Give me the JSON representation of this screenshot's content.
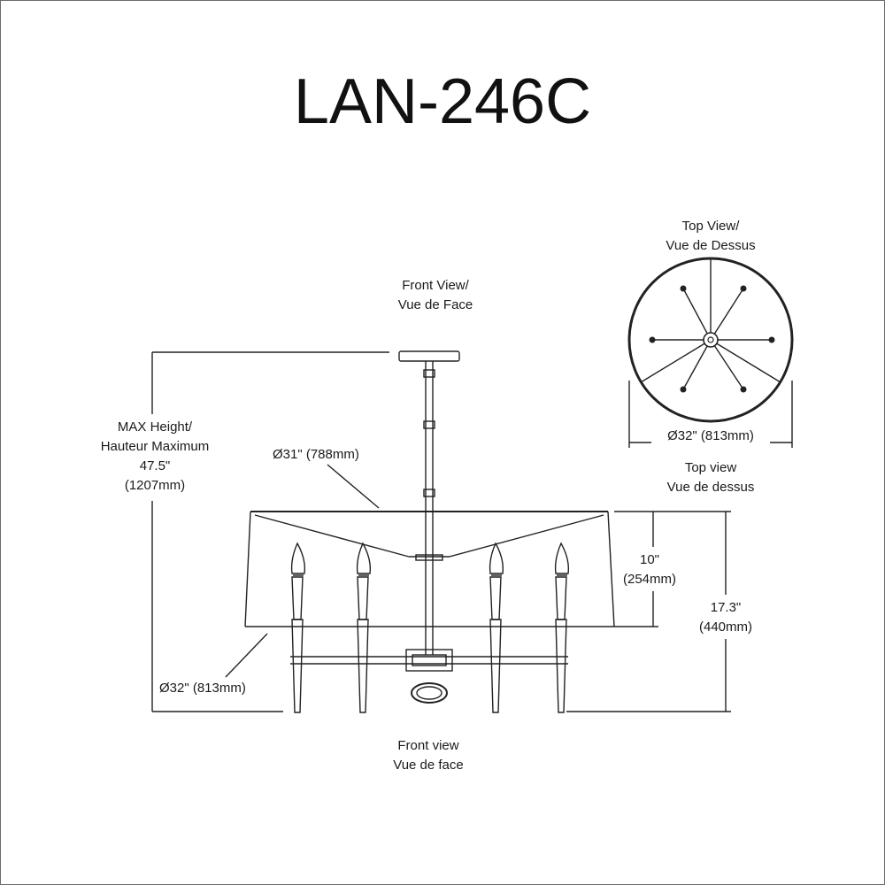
{
  "title": "LAN-246C",
  "front_view_caption": {
    "line1": "Front View/",
    "line2": "Vue de Face"
  },
  "top_view_caption": {
    "line1": "Top View/",
    "line2": "Vue de Dessus"
  },
  "max_height": {
    "line1": "MAX Height/",
    "line2": "Hauteur Maximum",
    "line3": "47.5\"",
    "line4": "(1207mm)"
  },
  "shade_top_diameter": "Ø31\" (788mm)",
  "shade_bottom_diameter": "Ø32\" (813mm)",
  "shade_height": {
    "line1": "10\"",
    "line2": "(254mm)"
  },
  "fixture_height": {
    "line1": "17.3\"",
    "line2": "(440mm)"
  },
  "top_view_diameter": "Ø32\" (813mm)",
  "top_view_label": {
    "line1": "Top view",
    "line2": "Vue de dessus"
  },
  "front_view_label": {
    "line1": "Front view",
    "line2": "Vue de face"
  }
}
